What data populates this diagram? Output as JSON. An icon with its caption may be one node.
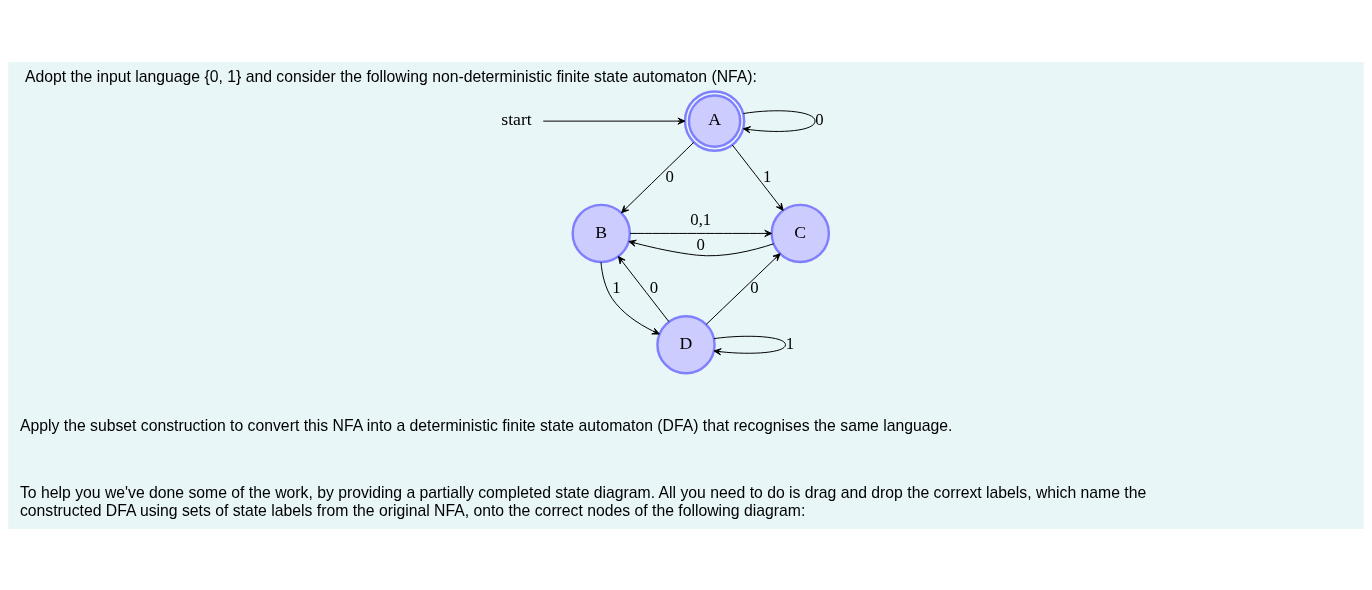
{
  "diagram": {
    "title": "Adopt the input language {0, 1} and consider the following non-deterministic finite state automaton (NFA):",
    "nodes": [
      {
        "text": [
          "start"
        ]
      },
      {
        "text": [
          "A"
        ]
      },
      {
        "text": [
          "B"
        ]
      },
      {
        "text": [
          "C"
        ]
      },
      {
        "text": [
          "D"
        ]
      }
    ],
    "edges": [
      {
        "from": 0,
        "to": 1,
        "arrow": "to"
      },
      {
        "from": 1,
        "to": 1,
        "label": "0",
        "arrow": "to"
      },
      {
        "from": 1,
        "to": 2,
        "label": "0",
        "arrow": "to"
      },
      {
        "from": 1,
        "to": 3,
        "label": "1",
        "arrow": "to"
      },
      {
        "from": 2,
        "to": 3,
        "label": "0,1",
        "arrow": "to"
      },
      {
        "from": 3,
        "to": 2,
        "label": "0",
        "arrow": "to"
      },
      {
        "from": 4,
        "to": 2,
        "label": "0",
        "arrow": "to"
      },
      {
        "from": 2,
        "to": 4,
        "label": "1",
        "arrow": "to"
      },
      {
        "from": 4,
        "to": 4,
        "label": "1",
        "arrow": "to"
      },
      {
        "from": 4,
        "to": 3,
        "label": "0",
        "arrow": "to"
      }
    ],
    "labels": [
      "Apply the subset construction to convert this NFA into a deterministic finite state automaton (DFA) that recognises the same language.",
      "To help you we've done some of the work, by providing a partially completed state diagram. All you need to do is drag and drop the corrext labels, which name the constructed DFA using sets of state labels from the original NFA, onto the correct nodes of the following diagram:"
    ]
  }
}
